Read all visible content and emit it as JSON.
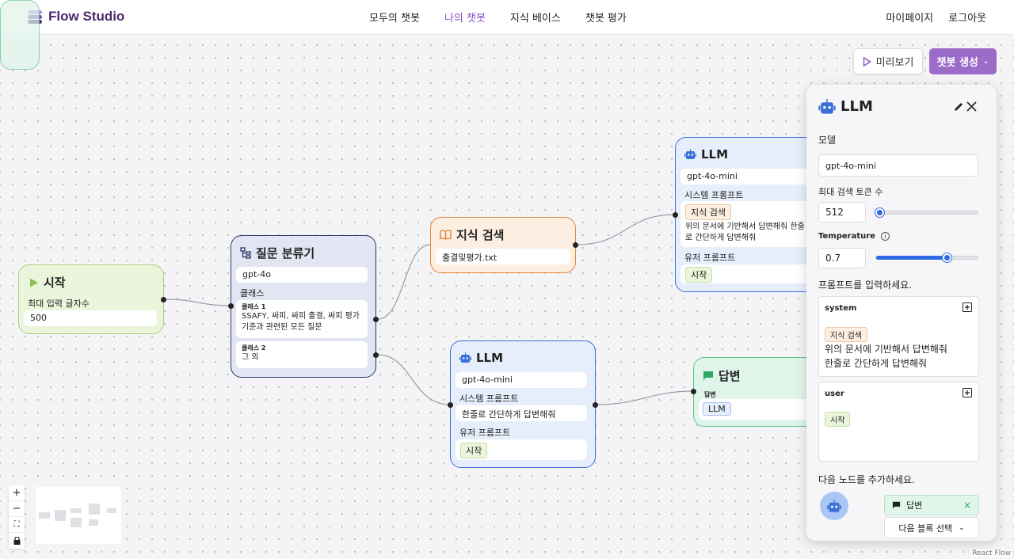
{
  "app": {
    "title": "Flow Studio"
  },
  "nav": {
    "links": [
      "모두의 챗봇",
      "나의 챗봇",
      "지식 베이스",
      "챗봇 평가"
    ],
    "mypage": "마이페이지",
    "logout": "로그아웃"
  },
  "toolbar": {
    "preview_label": "미리보기",
    "create_label": "챗봇 생성"
  },
  "nodes": {
    "start": {
      "title": "시작",
      "max_input_label": "최대 입력 글자수",
      "max_input_value": "500"
    },
    "classifier": {
      "title": "질문 분류기",
      "model": "gpt-4o",
      "class_label": "클래스",
      "class1_label": "클래스 1",
      "class1_text": "SSAFY, 싸피, 싸피 출결, 싸피 평가 기준과 관련된 모든 질문",
      "class2_label": "클래스 2",
      "class2_text": "그 외"
    },
    "knowledge": {
      "title": "지식 검색",
      "file": "출결및평가.txt"
    },
    "llm1": {
      "title": "LLM",
      "model": "gpt-4o-mini",
      "system_label": "시스템 프롬프트",
      "system_tag": "지식 검색",
      "system_text": "위의 문서에 기반해서 답변해줘 한줄로 간단하게 답변해줘",
      "user_label": "유저 프롬프트",
      "user_tag": "시작"
    },
    "llm2": {
      "title": "LLM",
      "model": "gpt-4o-mini",
      "system_label": "시스템 프롬프트",
      "system_text": "한줄로 간단하게 답변해줘",
      "user_label": "유저 프롬프트",
      "user_tag": "시작"
    },
    "answer": {
      "title": "답변",
      "field_label": "답변",
      "tag": "LLM"
    }
  },
  "panel": {
    "title": "LLM",
    "model_label": "모델",
    "model_value": "gpt-4o-mini",
    "max_tokens_label": "최대 검색 토큰 수",
    "max_tokens_value": "512",
    "max_tokens_fraction": 0.04,
    "temperature_label": "Temperature",
    "temperature_value": "0.7",
    "temperature_fraction": 0.7,
    "prompt_label": "프롬프트를 입력하세요.",
    "system_role": "system",
    "system_tag": "지식 검색",
    "system_text_1": "위의 문서에 기반해서 답변해줘",
    "system_text_2": "한줄로 간단하게 답변해줘",
    "user_role": "user",
    "user_tag": "시작",
    "next_label": "다음 노드를 추가하세요.",
    "next_node": "답변",
    "next_select": "다음 블록 선택"
  },
  "attribution": "React Flow",
  "colors": {
    "accent": "#8a4fc4",
    "button": "#9c6cc9",
    "llm": "#3b70d6",
    "knowledge": "#e6853a",
    "answer": "#5cc58a",
    "start": "#8cc152"
  }
}
